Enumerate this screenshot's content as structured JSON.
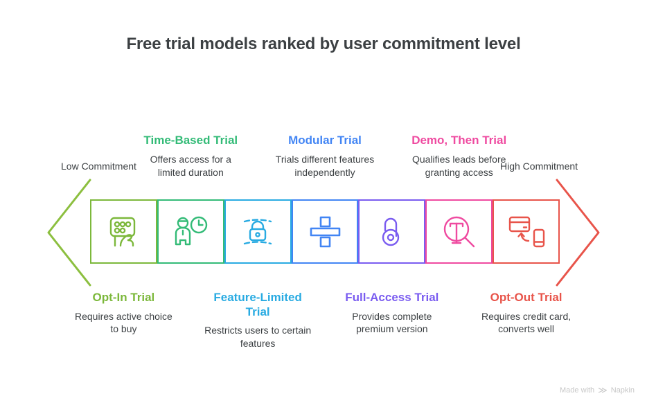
{
  "title": "Free trial models ranked by user commitment level",
  "scale": {
    "low_label": "Low Commitment",
    "high_label": "High Commitment",
    "left_arrow_color": "#8cbf3f",
    "right_arrow_color": "#e8544a"
  },
  "steps": [
    {
      "id": "opt-in-trial",
      "heading": "Opt-In Trial",
      "description": "Requires active choice to buy",
      "color": "#7cb83b",
      "position": "bottom",
      "icon": "keypad-hand-icon"
    },
    {
      "id": "time-based-trial",
      "heading": "Time-Based Trial",
      "description": "Offers access for a limited duration",
      "color": "#33bb77",
      "position": "top",
      "icon": "person-clock-icon"
    },
    {
      "id": "feature-limited-trial",
      "heading": "Feature-Limited Trial",
      "description": "Restricts users to certain features",
      "color": "#29abe2",
      "position": "bottom",
      "icon": "padlock-dashed-icon"
    },
    {
      "id": "modular-trial",
      "heading": "Modular Trial",
      "description": "Trials different features independently",
      "color": "#4285f4",
      "position": "top",
      "icon": "divide-modules-icon"
    },
    {
      "id": "full-access-trial",
      "heading": "Full-Access Trial",
      "description": "Provides complete premium version",
      "color": "#7a5cf0",
      "position": "bottom",
      "icon": "open-padlock-icon"
    },
    {
      "id": "demo-then-trial",
      "heading": "Demo, Then Trial",
      "description": "Qualifies leads before granting access",
      "color": "#ef4aa0",
      "position": "top",
      "icon": "magnifier-t-icon"
    },
    {
      "id": "opt-out-trial",
      "heading": "Opt-Out Trial",
      "description": "Requires credit card, converts well",
      "color": "#e8544a",
      "position": "bottom",
      "icon": "credit-card-phone-icon"
    }
  ],
  "footer": {
    "text_before": "Made with",
    "brand": "Napkin",
    "logo_glyph": "≫"
  }
}
